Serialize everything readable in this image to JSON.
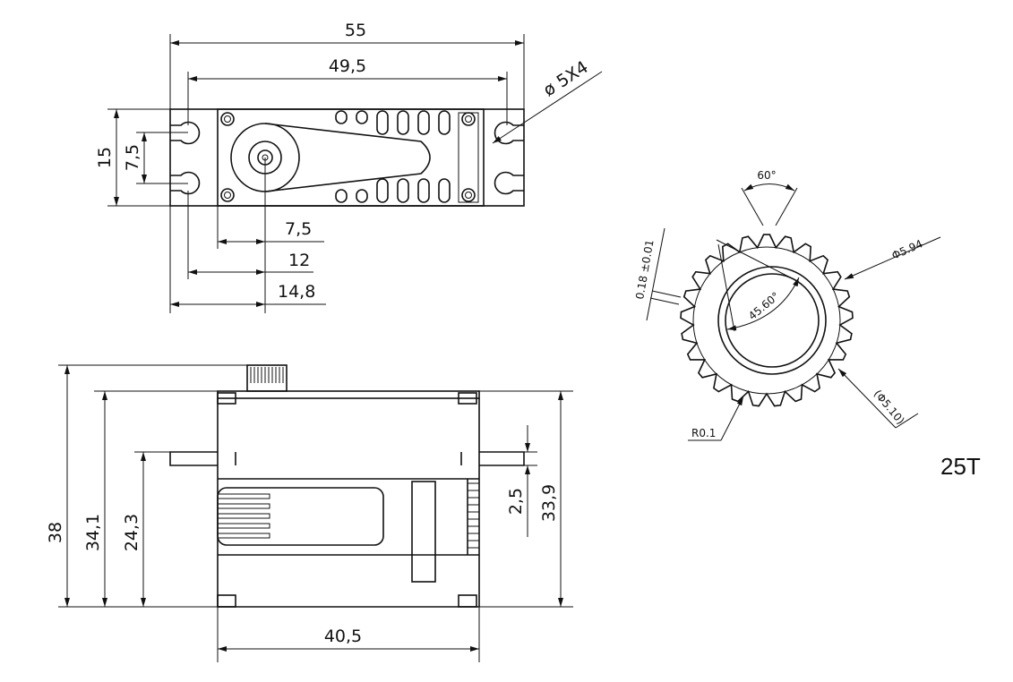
{
  "top_view": {
    "width_overall": "55",
    "hole_spacing": "49,5",
    "hole_callout": "ø 5X4",
    "height": "15",
    "hole_vertical_spacing": "7,5",
    "shaft_offset_case": "7,5",
    "shaft_offset_holes": "12",
    "shaft_offset_edge": "14,8"
  },
  "side_view": {
    "total_height": "38",
    "case_height": "34,1",
    "flange_height": "24,3",
    "flange_thickness": "2,5",
    "case_height_right": "33,9",
    "case_width": "40,5"
  },
  "gear": {
    "tooth_angle": "60°",
    "outer_diameter": "Φ5.94",
    "tooth_thickness": "0.18 ±0.01",
    "pitch_angle": "45.60°",
    "root_diameter": "(Φ5.10)",
    "root_radius": "R0.1",
    "teeth_label": "25T",
    "teeth_count": 25
  }
}
